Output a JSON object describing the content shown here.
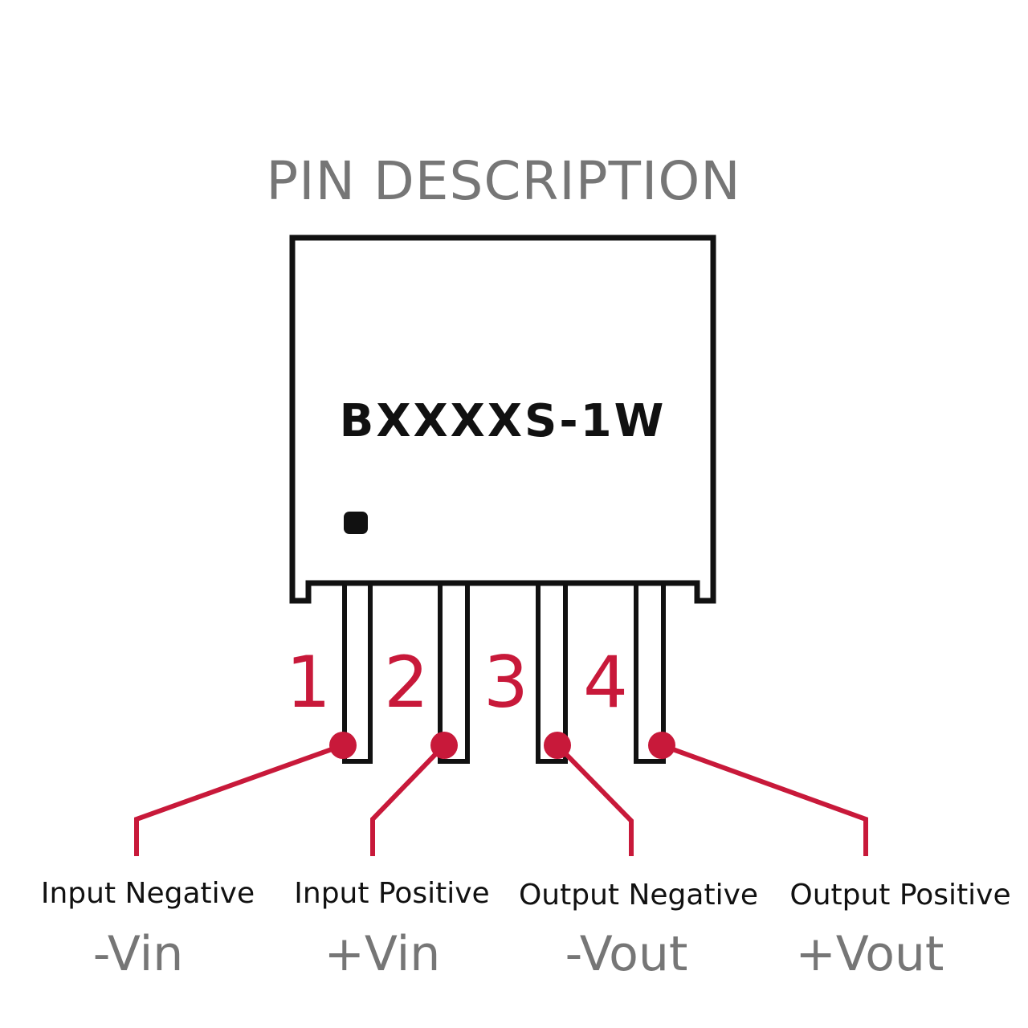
{
  "title": "PIN DESCRIPTION",
  "module": {
    "model": "BXXXXS-1W"
  },
  "colors": {
    "accent": "#c8193a",
    "outline": "#111111",
    "muted": "#767676"
  },
  "pins": [
    {
      "number": "1",
      "description": "Input Negative",
      "symbol": "-Vin"
    },
    {
      "number": "2",
      "description": "Input Positive",
      "symbol": "+Vin"
    },
    {
      "number": "3",
      "description": "Output Negative",
      "symbol": "-Vout"
    },
    {
      "number": "4",
      "description": "Output Positive",
      "symbol": "+Vout"
    }
  ]
}
